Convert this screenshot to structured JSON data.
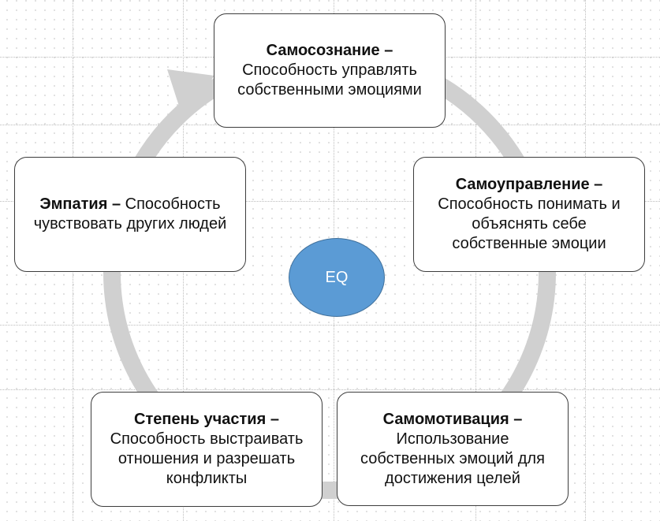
{
  "center": {
    "label": "EQ",
    "fill_color": "#5b9bd5"
  },
  "colors": {
    "cycle_arrow": "#d0d0d0",
    "node_border": "#3d3d3d"
  },
  "nodes": [
    {
      "title": "Самосознание",
      "separator": " –",
      "description": "Способность управлять собственными эмоциями"
    },
    {
      "title": "Самоуправление",
      "separator": " –",
      "description": "Способность понимать и объяснять себе собственные эмоции"
    },
    {
      "title": "Самомотивация",
      "separator": " –",
      "description": "Использование собственных эмоций для достижения целей"
    },
    {
      "title": "Степень участия",
      "separator": " –",
      "description": "Способность выстраивать отношения и разрешать конфликты"
    },
    {
      "title": "Эмпатия",
      "separator": " –",
      "description": "Способность чувствовать других людей"
    }
  ]
}
